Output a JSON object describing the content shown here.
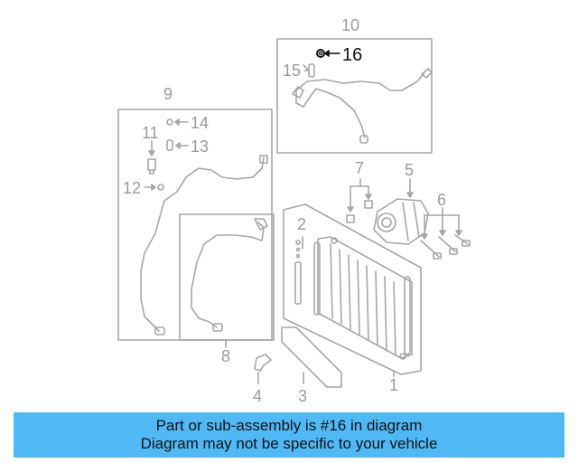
{
  "callouts": {
    "c1": "1",
    "c2": "2",
    "c3": "3",
    "c4": "4",
    "c5": "5",
    "c6": "6",
    "c7": "7",
    "c8": "8",
    "c9": "9",
    "c10": "10",
    "c11": "11",
    "c12": "12",
    "c13": "13",
    "c14": "14",
    "c15": "15",
    "c16": "16"
  },
  "highlighted_part": "16",
  "banner": {
    "line1": "Part or sub-assembly is #16 in diagram",
    "line2": "Diagram may not be specific to your vehicle"
  },
  "colors": {
    "banner_bg": "#4fb9f5",
    "line_art": "#9a9a9a",
    "highlight": "#111111"
  }
}
